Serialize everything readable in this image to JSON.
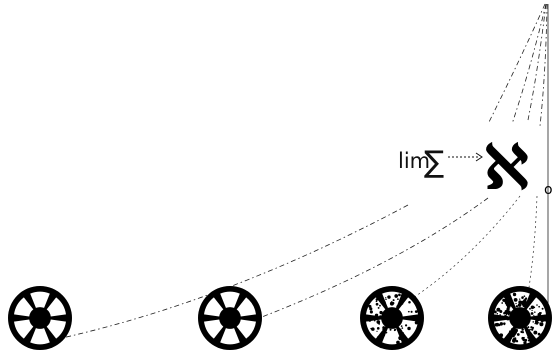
{
  "diagram": {
    "label_lim": "lim",
    "label_sum": "∑",
    "label_aleph": "ℵ",
    "label_subscript": "o",
    "reels": [
      {
        "name": "reel-1",
        "speckle": 0
      },
      {
        "name": "reel-2",
        "speckle": 0
      },
      {
        "name": "reel-3",
        "speckle": 0.5
      },
      {
        "name": "reel-4",
        "speckle": 1
      }
    ],
    "colors": {
      "ink": "#000000",
      "background": "#ffffff"
    }
  }
}
